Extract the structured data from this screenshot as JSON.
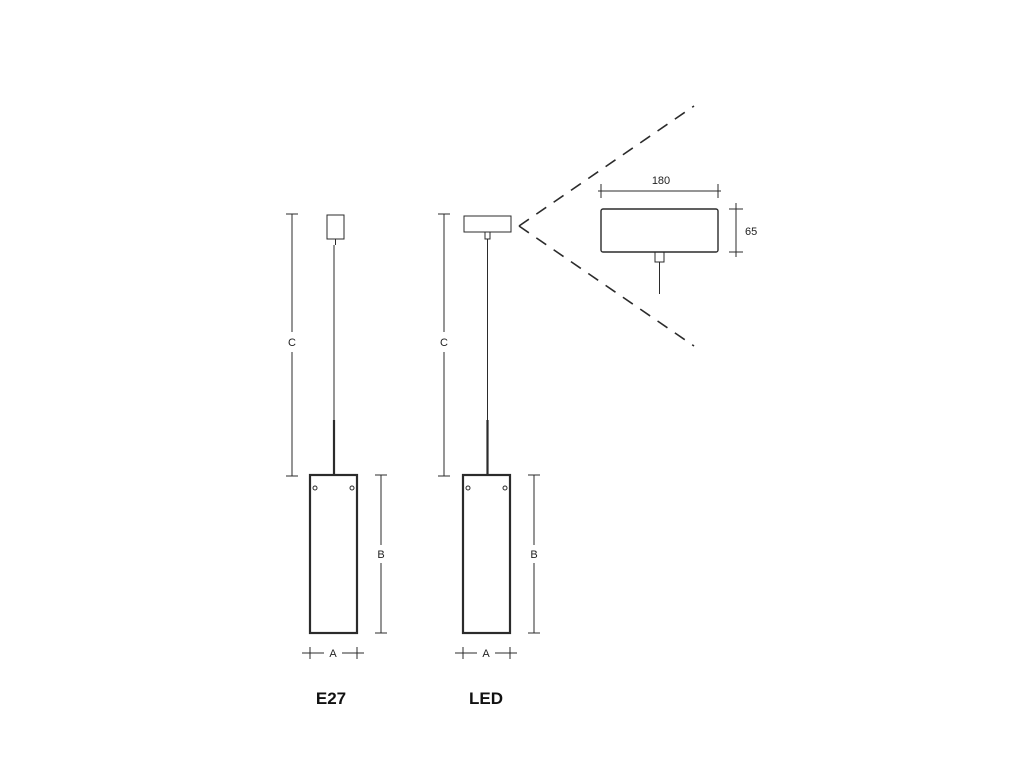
{
  "variants": [
    {
      "name": "E27",
      "dim_a": "A",
      "dim_b": "B",
      "dim_c": "C"
    },
    {
      "name": "LED",
      "dim_a": "A",
      "dim_b": "B",
      "dim_c": "C"
    }
  ],
  "detail": {
    "width_label": "180",
    "height_label": "65"
  }
}
